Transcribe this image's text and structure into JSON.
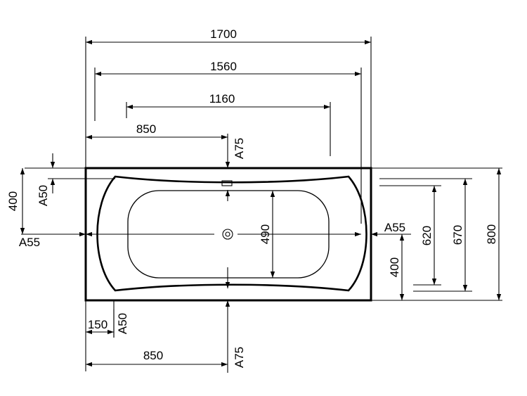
{
  "dimensions": {
    "overall_length": "1700",
    "inner_length_1560": "1560",
    "inner_length_1160": "1160",
    "drain_top_offset": "850",
    "drain_bottom_offset": "850",
    "drain_width": "490",
    "inner_width_620": "620",
    "inner_width_670": "670",
    "overall_width": "800",
    "left_drain_height": "400",
    "right_drain_height": "400",
    "leg_offset": "150"
  },
  "views": {
    "view_top": "A75",
    "view_bottom": "A75",
    "view_left": "A55",
    "view_right": "A55",
    "view_left_upper": "A50",
    "view_bottom_left": "A50"
  }
}
